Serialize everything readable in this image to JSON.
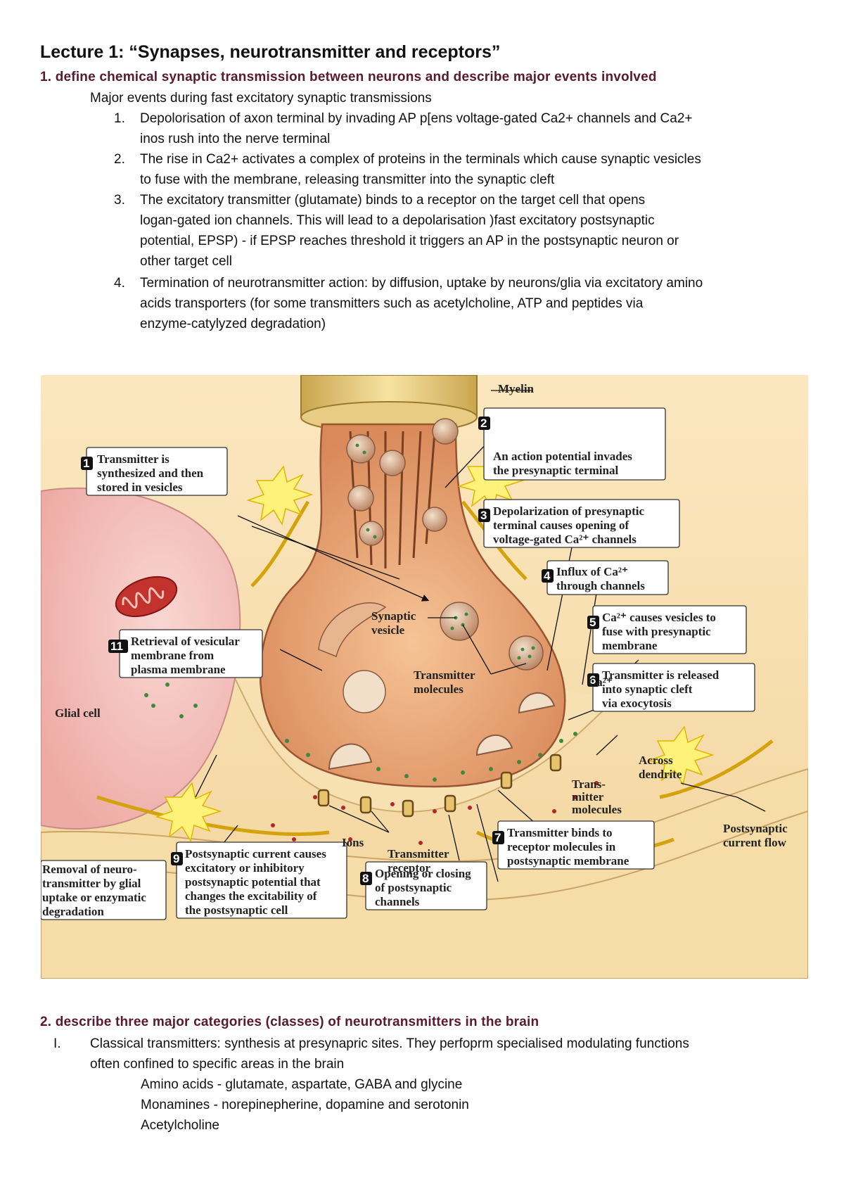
{
  "title": "Lecture 1: “Synapses, neurotransmitter and receptors”",
  "section1": {
    "heading": "1. define chemical synaptic transmission between neurons and describe major events involved",
    "intro": "Major events during fast excitatory synaptic transmissions",
    "items": [
      {
        "num": "1.",
        "lines": [
          "Depolorisation of axon terminal by invading AP p[ens voltage-gated Ca2+ channels and Ca2+",
          "inos rush into the nerve terminal"
        ]
      },
      {
        "num": "2.",
        "lines": [
          "The rise in Ca2+ activates a complex of proteins in the terminals which cause synaptic vesicles",
          "to fuse with the membrane, releasing transmitter into the synaptic cleft"
        ]
      },
      {
        "num": "3.",
        "lines": [
          "The excitatory transmitter (glutamate) binds to a receptor on the target cell that opens",
          "logan-gated ion channels. This will lead to a depolarisation )fast excitatory postsynaptic",
          "potential, EPSP) - if EPSP reaches threshold it triggers an AP in the postsynaptic neuron or",
          "other target cell"
        ]
      },
      {
        "num": "4.",
        "lines": [
          "Termination of neurotransmitter action: by diffusion, uptake by neurons/glia via excitatory amino",
          "acids transporters (for some transmitters such as acetylcholine, ATP and peptides via",
          "enzyme-catylyzed degradation)"
        ]
      }
    ]
  },
  "figure": {
    "labels": {
      "myelin": "Myelin",
      "glial_cell": "Glial cell",
      "synaptic_vesicle": [
        "Synaptic",
        "vesicle"
      ],
      "transmitter_molecules": [
        "Transmitter",
        "molecules"
      ],
      "ca": "Ca²⁺",
      "across_dendrite": [
        "Across",
        "dendrite"
      ],
      "trans_mitter_molecules": [
        "Trans-",
        "mitter",
        "molecules"
      ],
      "postsynaptic_current_flow": [
        "Postsynaptic",
        "current flow"
      ],
      "ions": "Ions",
      "transmitter_receptor": [
        "Transmitter",
        "receptor"
      ],
      "removal": [
        "Removal of neuro-",
        "transmitter by glial",
        "uptake or enzymatic",
        "degradation"
      ]
    },
    "steps": [
      {
        "n": "1",
        "lines": [
          "Transmitter is",
          "synthesized and then",
          "stored in vesicles"
        ]
      },
      {
        "n": "2",
        "lines": [
          "An action potential invades",
          "the presynaptic terminal"
        ]
      },
      {
        "n": "3",
        "lines": [
          "Depolarization of presynaptic",
          "terminal causes opening of",
          "voltage-gated Ca²⁺ channels"
        ]
      },
      {
        "n": "4",
        "lines": [
          "Influx of Ca²⁺",
          "through channels"
        ]
      },
      {
        "n": "5",
        "lines": [
          "Ca²⁺ causes vesicles to",
          "fuse with presynaptic",
          "membrane"
        ]
      },
      {
        "n": "6",
        "lines": [
          "Transmitter is released",
          "into synaptic cleft",
          "via exocytosis"
        ]
      },
      {
        "n": "7",
        "lines": [
          "Transmitter binds to",
          "receptor molecules in",
          "postsynaptic membrane"
        ]
      },
      {
        "n": "8",
        "lines": [
          "Opening or closing",
          "of postsynaptic",
          "channels"
        ]
      },
      {
        "n": "9",
        "lines": [
          "Postsynaptic current causes",
          "excitatory or inhibitory",
          "postsynaptic potential that",
          "changes the excitability of",
          "the postsynaptic cell"
        ]
      },
      {
        "n": "11",
        "lines": [
          "Retrieval of vesicular",
          "membrane from",
          "plasma membrane"
        ]
      }
    ]
  },
  "section2": {
    "heading": "2. describe three major categories (classes) of neurotransmitters in the brain",
    "item_num": "I.",
    "item_lines": [
      "Classical transmitters: synthesis at presynapric sites. They perfoprm specialised modulating functions",
      "often confined to specific areas in the brain"
    ],
    "subitems": [
      "Amino acids - glutamate, aspartate, GABA and glycine",
      "Monamines - norepinepherine, dopamine and serotonin",
      "Acetylcholine"
    ]
  }
}
